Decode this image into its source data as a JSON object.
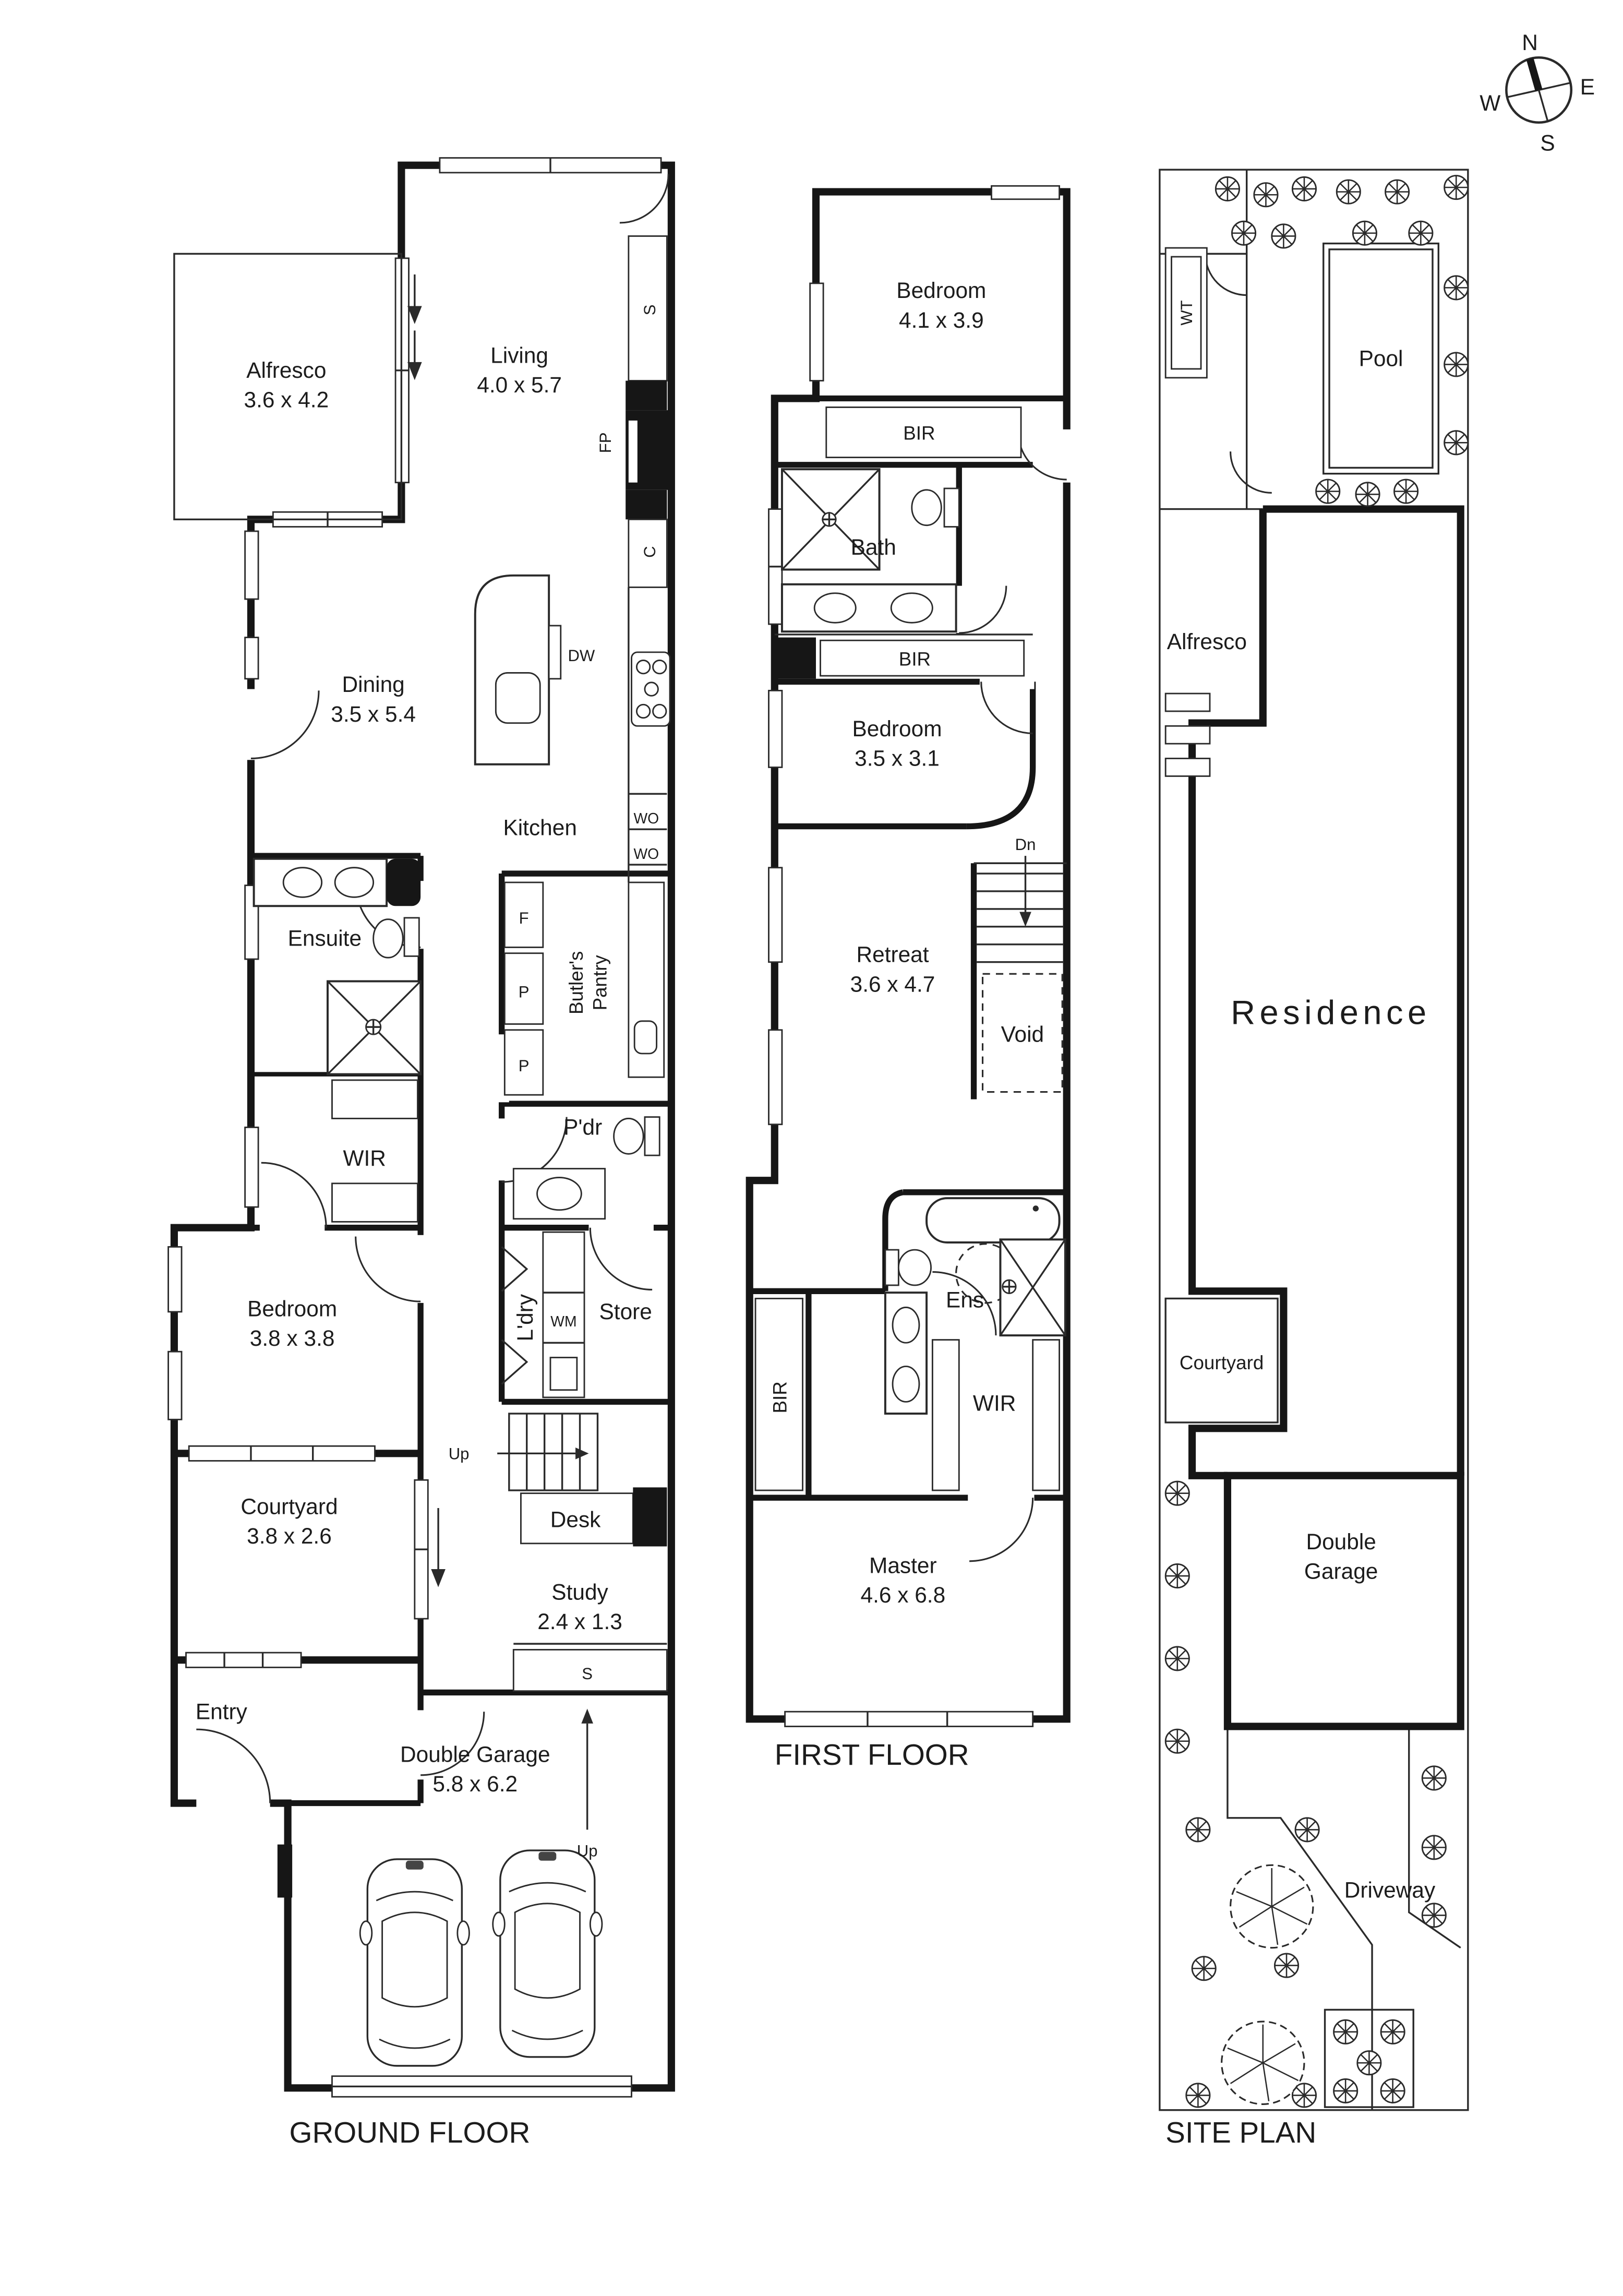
{
  "compass": {
    "n": "N",
    "e": "E",
    "s": "S",
    "w": "W"
  },
  "gf": {
    "title": "GROUND FLOOR",
    "rooms": {
      "alfresco": {
        "name": "Alfresco",
        "dims": "3.6 x 4.2"
      },
      "living": {
        "name": "Living",
        "dims": "4.0 x 5.7"
      },
      "dining": {
        "name": "Dining",
        "dims": "3.5 x 5.4"
      },
      "kitchen": {
        "name": "Kitchen"
      },
      "ensuite": {
        "name": "Ensuite"
      },
      "wir": {
        "name": "WIR"
      },
      "powder": {
        "name": "P'dr"
      },
      "bedroom": {
        "name": "Bedroom",
        "dims": "3.8 x 3.8"
      },
      "laundry": {
        "name": "L'dry"
      },
      "store": {
        "name": "Store"
      },
      "courtyard": {
        "name": "Courtyard",
        "dims": "3.8 x 2.6"
      },
      "study": {
        "name": "Study",
        "dims": "2.4 x 1.3"
      },
      "desk": {
        "name": "Desk"
      },
      "entry": {
        "name": "Entry"
      },
      "garage": {
        "name": "Double Garage",
        "dims": "5.8 x 6.2"
      }
    },
    "butlers": {
      "line1": "Butler's",
      "line2": "Pantry"
    },
    "fx": {
      "s": "S",
      "fp": "FP",
      "c": "C",
      "dw": "DW",
      "wo": "WO",
      "f": "F",
      "p": "P",
      "wm": "WM",
      "closet": "S",
      "up": "Up"
    }
  },
  "ff": {
    "title": "FIRST FLOOR",
    "rooms": {
      "bedroom1": {
        "name": "Bedroom",
        "dims": "4.1 x 3.9"
      },
      "bath": {
        "name": "Bath"
      },
      "bedroom2": {
        "name": "Bedroom",
        "dims": "3.5 x 3.1"
      },
      "retreat": {
        "name": "Retreat",
        "dims": "3.6 x 4.7"
      },
      "voidspace": {
        "name": "Void"
      },
      "ens": {
        "name": "Ens"
      },
      "wir": {
        "name": "WIR"
      },
      "master": {
        "name": "Master",
        "dims": "4.6 x 6.8"
      }
    },
    "fx": {
      "bir": "BIR",
      "dn": "Dn"
    }
  },
  "sp": {
    "title": "SITE PLAN",
    "labels": {
      "wt": "WT",
      "pool": "Pool",
      "alfresco": "Alfresco",
      "residence": "Residence",
      "courtyard": "Courtyard",
      "garage_l1": "Double",
      "garage_l2": "Garage",
      "driveway": "Driveway"
    }
  }
}
